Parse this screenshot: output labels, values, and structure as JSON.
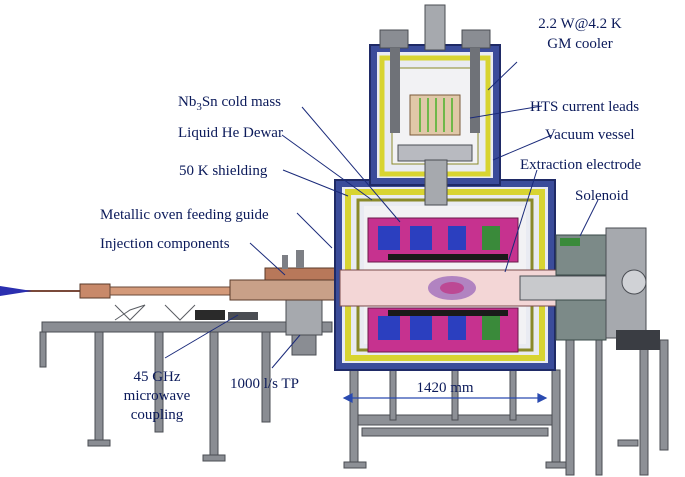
{
  "labels": {
    "gm_cooler_line1": "2.2 W@4.2 K",
    "gm_cooler_line2": "GM cooler",
    "cold_mass_prefix": "Nb",
    "cold_mass_sub": "3",
    "cold_mass_mid": "Sn",
    "cold_mass_suffix": " cold mass",
    "hts_leads": "HTS current leads",
    "he_dewar": "Liquid He Dewar",
    "vacuum_vessel": "Vacuum vessel",
    "shielding": "50 K shielding",
    "extraction": "Extraction electrode",
    "solenoid": "Solenoid",
    "oven_guide": "Metallic oven feeding guide",
    "injection": "Injection components",
    "microwave_line1": "45 GHz",
    "microwave_line2": "microwave",
    "microwave_line3": "coupling",
    "tp": "1000 l/s TP",
    "dimension": "1420 mm"
  },
  "colors": {
    "label_text": "#0b1a5a",
    "vacuum_vessel": "#2a3f8f",
    "shield_yellow": "#d8d431",
    "dewar_olive": "#8a8a2a",
    "coil_magenta": "#c6328f",
    "coil_blue": "#2b3fbf",
    "coil_green": "#3a8a3a",
    "plasma": "#e8b0b0",
    "frame_grey": "#6f7278",
    "beam_arrow": "#2b2fb0"
  }
}
